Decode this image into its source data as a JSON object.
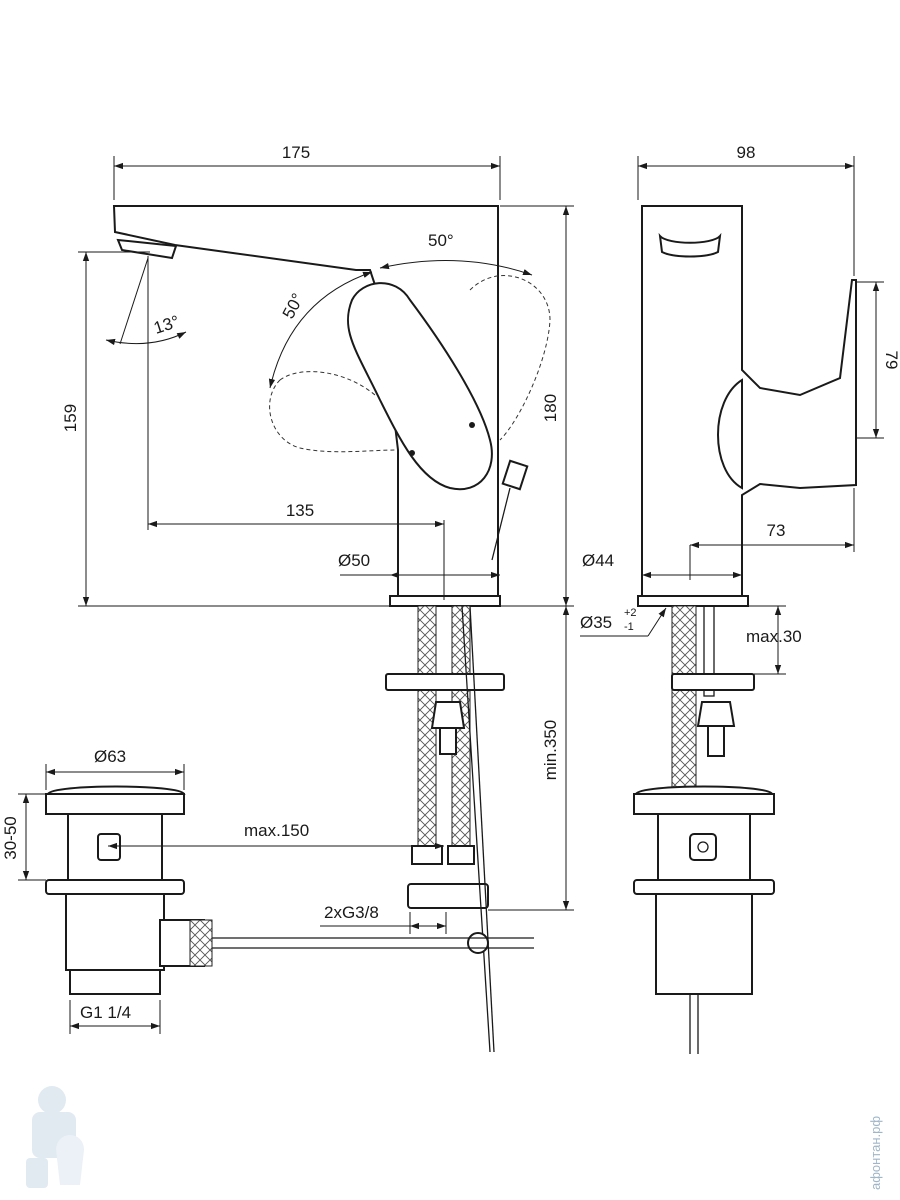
{
  "front_view": {
    "width_total": "175",
    "height_total": "180",
    "spout_height": "159",
    "spout_reach": "135",
    "base_diameter": "Ø50",
    "lever_angle_top": "50°",
    "lever_angle_left": "50°",
    "spray_angle": "13°",
    "min_hose_length": "min.350"
  },
  "side_view": {
    "depth_total": "98",
    "lever_height": "79",
    "lever_depth": "73",
    "base_diameter": "Ø44",
    "hole_diameter": "Ø35",
    "hole_tolerance_plus": "+2",
    "hole_tolerance_minus": "-1",
    "max_counter_thickness": "max.30"
  },
  "waste_view": {
    "head_diameter": "Ø63",
    "height_range": "30-50",
    "thread": "G1 1/4",
    "max_rod_length": "max.150",
    "connections": "2xG3/8"
  },
  "watermark": {
    "text": "афонтан.рф"
  },
  "colors": {
    "line": "#1a1a1a",
    "watermark": "#9fb6c8"
  }
}
